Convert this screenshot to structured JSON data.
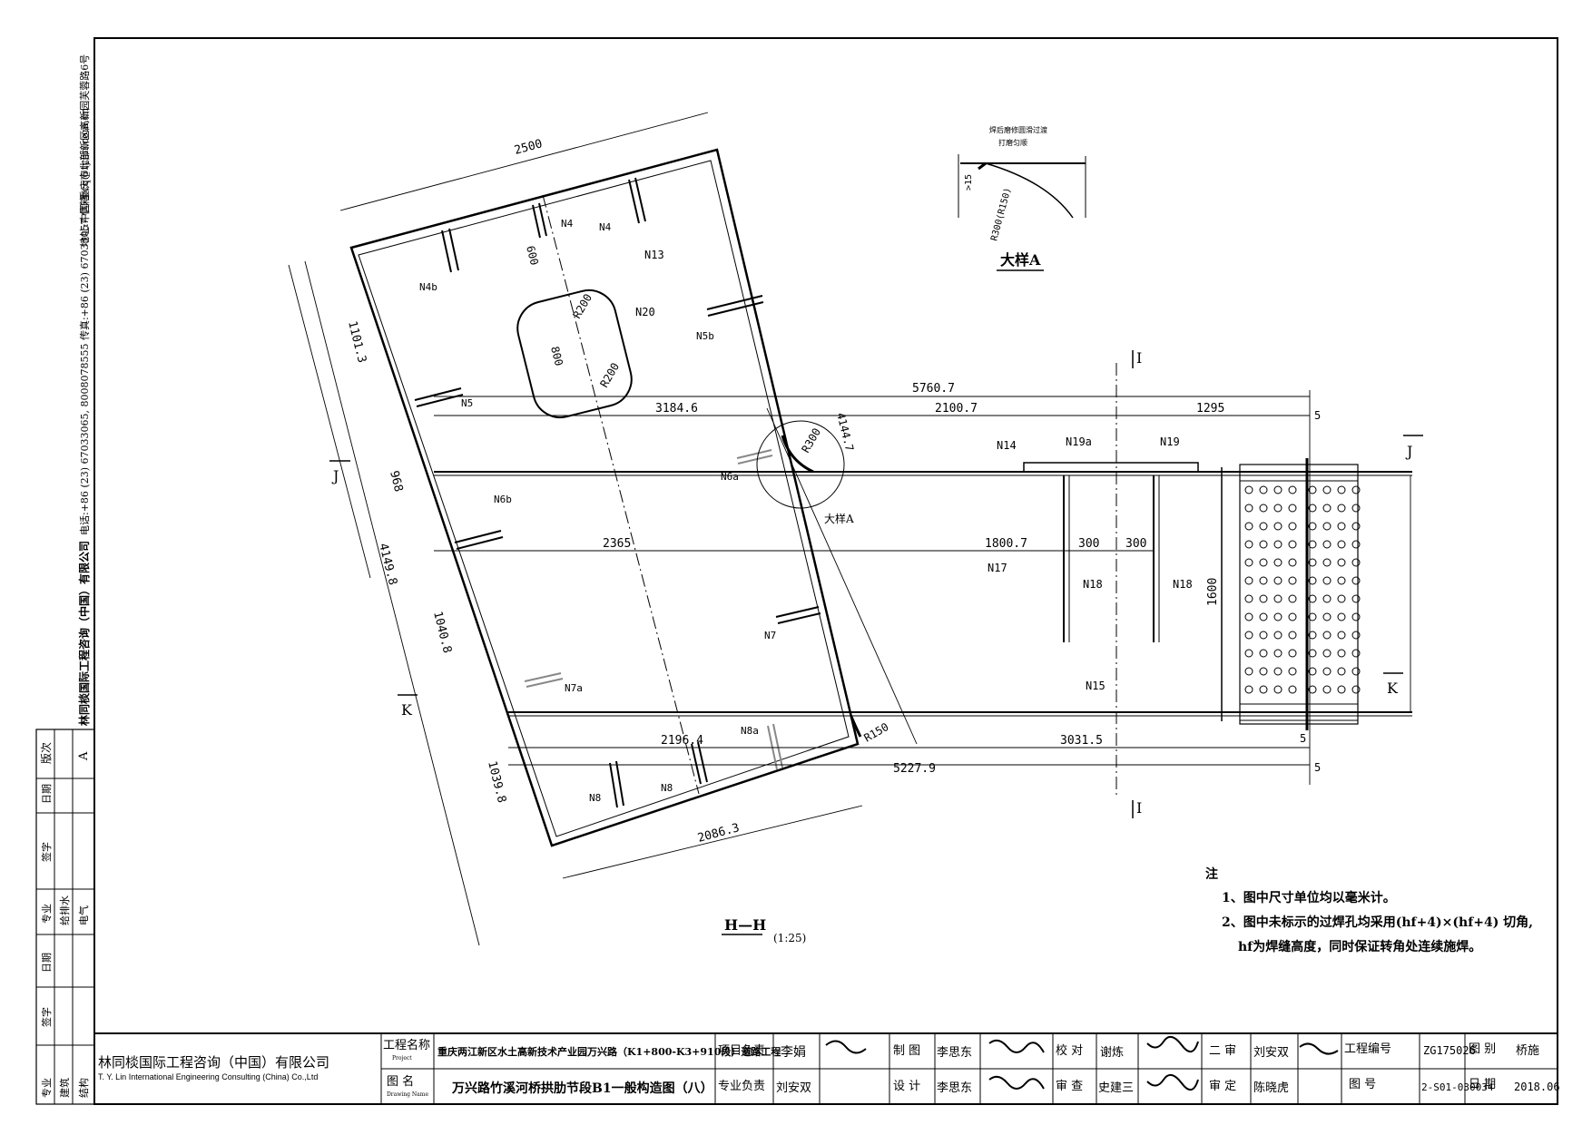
{
  "side_strip": {
    "company_vertical": "林同棪国际工程咨询（中国）有限公司",
    "phone": "电话:+86 (23) 67033065, 8008078555 传真:+86 (23) 67033057 信箱:cq@tylin.com.cn",
    "address": "地址:中国·重庆市北部新区高新园芙蓉路6号",
    "rev_label": "版次",
    "rev_value": "A",
    "col_labels": [
      "日期",
      "签字",
      "专业",
      "日期",
      "签字"
    ],
    "trade_labels": [
      "专业",
      "建筑",
      "结构",
      "给排水",
      "电气"
    ]
  },
  "drawing": {
    "section_title": "H—H",
    "section_scale": "(1:25)",
    "detail_title": "大样A",
    "detail_note1": "焊后磨修圆滑过渡",
    "detail_note2": "打磨匀顺",
    "detail_radius": "R300(R150)",
    "detail_ge15": ">15",
    "dims": {
      "d2500": "2500",
      "d1101_3": "1101.3",
      "d968": "968",
      "d4149_8": "4149.8",
      "d1040_8": "1040.8",
      "d1039_8": "1039.8",
      "d2086_3": "2086.3",
      "d600": "600",
      "d800": "800",
      "d5760_7": "5760.7",
      "d3184_6": "3184.6",
      "d2100_7": "2100.7",
      "d1295": "1295",
      "d4144_7": "4144.7",
      "d2365": "2365",
      "d1800_7": "1800.7",
      "d300a": "300",
      "d300b": "300",
      "d1600": "1600",
      "d2196_4": "2196.4",
      "d3031_5": "3031.5",
      "d5227_9": "5227.9",
      "d5a": "5",
      "d5b": "5",
      "d5c": "5"
    },
    "radii": {
      "r200a": "R200",
      "r200b": "R200",
      "r300": "R300",
      "r150": "R150"
    },
    "labels": {
      "n4a": "N4",
      "n4b": "N4",
      "n4b2": "N4b",
      "n13": "N13",
      "n20": "N20",
      "n5b": "N5b",
      "n5": "N5",
      "n6a": "N6a",
      "n6b": "N6b",
      "n14": "N14",
      "n19a": "N19a",
      "n19": "N19",
      "n17": "N17",
      "n18a": "N18",
      "n18b": "N18",
      "n7": "N7",
      "n7a": "N7a",
      "n8a": "N8a",
      "n8b": "N8",
      "n8c": "N8",
      "n15": "N15",
      "detail_ref": "大样A"
    },
    "section_marks": {
      "i_top": "I",
      "i_bot": "I",
      "j_left": "J",
      "j_right": "J",
      "k_left": "K",
      "k_right": "K"
    }
  },
  "notes": {
    "header": "注",
    "line1": "1、图中尺寸单位均以毫米计。",
    "line2": "2、图中未标示的过焊孔均采用(hf+4)×(hf+4) 切角,",
    "line3": "hf为焊缝高度，同时保证转角处连续施焊。"
  },
  "title_block": {
    "company_cn": "林同棪国际工程咨询（中国）有限公司",
    "company_en": "T. Y. Lin International Engineering Consulting (China) Co.,Ltd",
    "project_label": "工程名称",
    "project_label_en": "Project",
    "project_name": "重庆两江新区水土高新技术产业园万兴路（K1+800-K3+910段）道路工程",
    "drawing_label": "图  名",
    "drawing_label_en": "Drawing Name",
    "drawing_name": "万兴路竹溪河桥拱肋节段B1一般构造图（八）",
    "pm_label": "项目负责",
    "pm_name": "李娟",
    "spec_label": "专业负责",
    "spec_name": "刘安双",
    "draw_label": "制  图",
    "draw_name": "李思东",
    "design_label": "设  计",
    "design_name": "李思东",
    "check_label": "校  对",
    "check_name": "谢炼",
    "exam_label": "审  查",
    "exam_name": "史建三",
    "review_label": "二  审",
    "review_name": "刘安双",
    "approve_label": "审  定",
    "approve_name": "陈晓虎",
    "projno_label": "工程编号",
    "projno": "ZG175026",
    "sort_label": "图  别",
    "sort": "桥施",
    "dwgno_label": "图  号",
    "dwgno": "2-S01-030034",
    "date_label": "日  期",
    "date": "2018.06"
  }
}
